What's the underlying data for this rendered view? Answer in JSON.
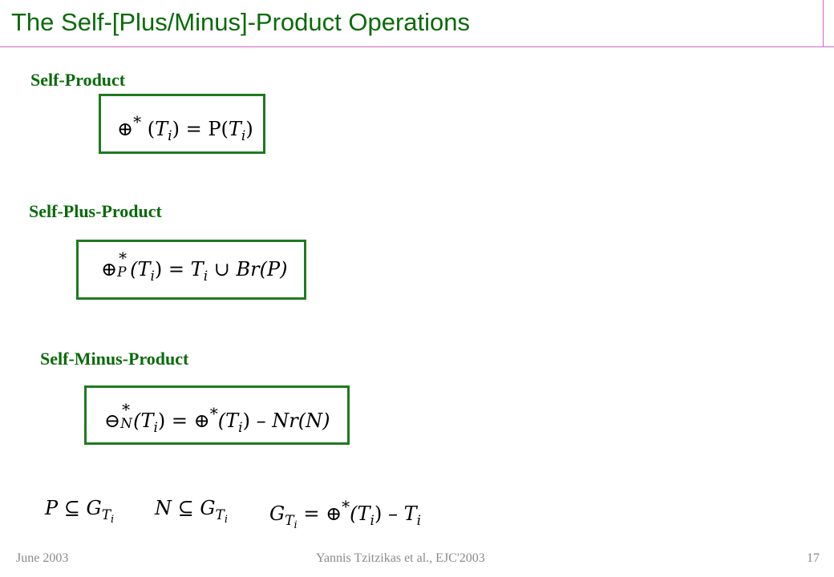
{
  "slide": {
    "title": "The Self-[Plus/Minus]-Product Operations"
  },
  "sections": [
    {
      "heading": "Self-Product",
      "formula": {
        "op": "⊕",
        "sup": "*",
        "sub": "",
        "lhs_arg_open": "(",
        "lhs_var": "T",
        "lhs_var_sub": "i",
        "lhs_arg_close": ")",
        "eq": " = ",
        "rhs_func": "P",
        "rhs_open": "(",
        "rhs_var": "T",
        "rhs_var_sub": "i",
        "rhs_close": ")"
      }
    },
    {
      "heading": "Self-Plus-Product",
      "formula": {
        "op": "⊕",
        "sup": "*",
        "sub": "P",
        "lhs": "(T",
        "lhs_sub": "i",
        "lhs_close": ")",
        "eq": " = ",
        "rhs_var": "T",
        "rhs_sub": "i",
        "rhs_rest": " ∪ Br(P)"
      }
    },
    {
      "heading": "Self-Minus-Product",
      "formula": {
        "op": "⊖",
        "sup": "*",
        "sub": "N",
        "lhs": "(T",
        "lhs_sub": "i",
        "lhs_close": ")",
        "eq": " = ",
        "op2": "⊕",
        "sup2": "*",
        "mid": "(T",
        "mid_sub": "i",
        "mid_close": ")",
        "rhs_rest": " – Nr(N)"
      }
    }
  ],
  "bottom_formulas": [
    {
      "lhs": "P",
      "rel": " ⊆ ",
      "rhs": "G",
      "rhs_sub": "T",
      "rhs_subsub": "i"
    },
    {
      "lhs": "N",
      "rel": " ⊆ ",
      "rhs": "G",
      "rhs_sub": "T",
      "rhs_subsub": "i"
    },
    {
      "lhs": "G",
      "lhs_sub": "T",
      "lhs_subsub": "i",
      "eq": " = ",
      "op": "⊕",
      "sup": "*",
      "mid": "(T",
      "mid_sub": "i",
      "mid_close": ")",
      "minus": " – T",
      "tail_sub": "i"
    }
  ],
  "footer": {
    "date": "June 2003",
    "authors": "Yannis Tzitzikas et al., EJC'2003",
    "page": "17"
  }
}
